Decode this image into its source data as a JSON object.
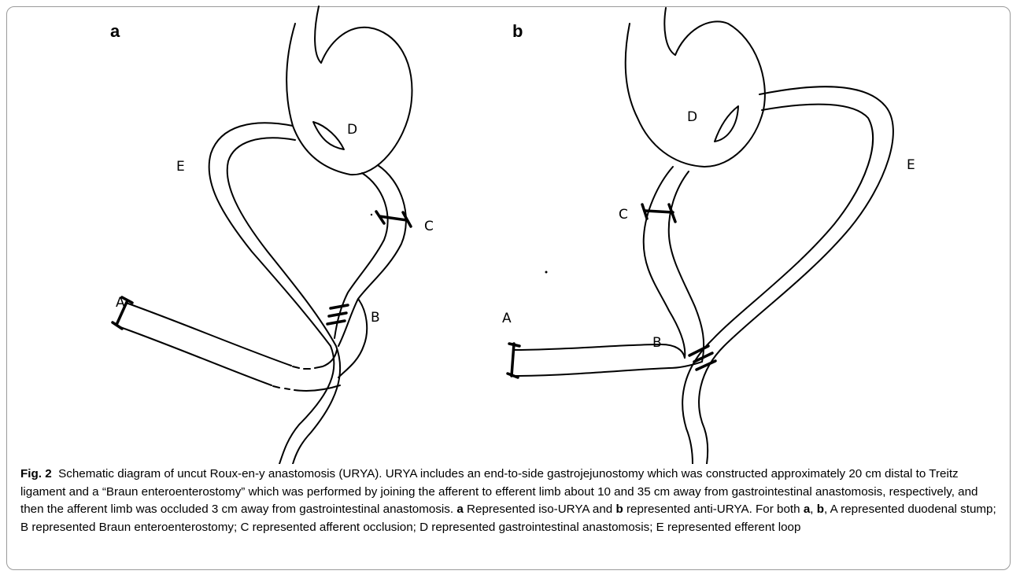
{
  "panels": {
    "a": {
      "letter": "a",
      "labels": {
        "A": "A",
        "B": "B",
        "C": "C",
        "D": "D",
        "E": "E"
      }
    },
    "b": {
      "letter": "b",
      "labels": {
        "A": "A",
        "B": "B",
        "C": "C",
        "D": "D",
        "E": "E"
      }
    }
  },
  "caption": {
    "fig_label": "Fig. 2",
    "text_1": "Schematic diagram of uncut Roux-en-y anastomosis (URYA). URYA includes an end-to-side gastrojejunostomy which was constructed approximately 20 cm distal to Treitz ligament and a “Braun enteroenterostomy” which was performed by joining the afferent to efferent limb about 10 and 35 cm away from gastrointestinal anastomosis, respectively, and then the afferent limb was occluded 3 cm away from gastrointestinal anastomosis.",
    "a1": "a",
    "text_2": "Represented iso-URYA and",
    "b1": "b",
    "text_3": "represented anti-URYA. For both",
    "a2": "a",
    "comma": ",",
    "b2": "b",
    "text_4": ", A represented duodenal stump; B represented Braun enteroenterostomy; C represented afferent occlusion; D represented gastrointestinal anastomosis; E represented efferent loop"
  }
}
